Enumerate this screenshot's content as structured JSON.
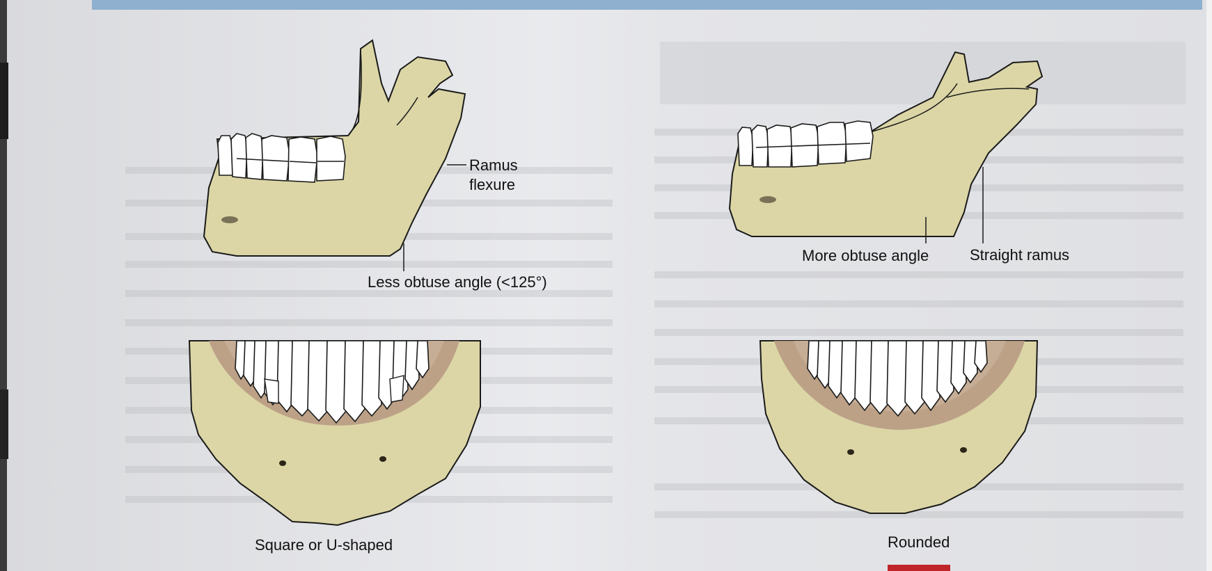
{
  "figure": {
    "labels": {
      "ramus_flexure_line1": "Ramus",
      "ramus_flexure_line2": "flexure",
      "less_obtuse": "Less obtuse angle (<125°)",
      "more_obtuse": "More obtuse angle",
      "straight_ramus": "Straight ramus",
      "square_u": "Square or U-shaped",
      "rounded": "Rounded"
    }
  },
  "colors": {
    "bone": "#dcd6a6",
    "bone_shadow": "#c9c28a",
    "gum": "#b89b84",
    "paper": "#e8e9ec",
    "tooth": "#ffffff",
    "outline": "#1a1a1a",
    "blue_strip": "#8fb0cf",
    "red_text": "#c0252a"
  }
}
